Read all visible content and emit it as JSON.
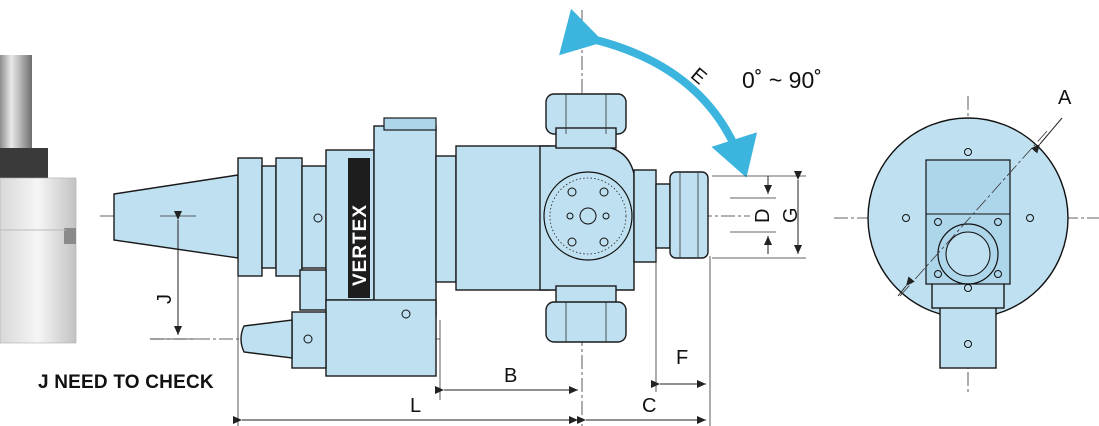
{
  "note": "J NEED TO CHECK",
  "brand": "VERTEX",
  "angle_range": "0˚ ~ 90˚",
  "dims": {
    "E": "E",
    "A": "A",
    "B": "B",
    "C": "C",
    "D": "D",
    "F": "F",
    "G": "G",
    "J": "J",
    "L": "L"
  },
  "colors": {
    "body": "#bfe0f0",
    "arrow": "#3bb4de",
    "line": "#1a1a1a"
  }
}
